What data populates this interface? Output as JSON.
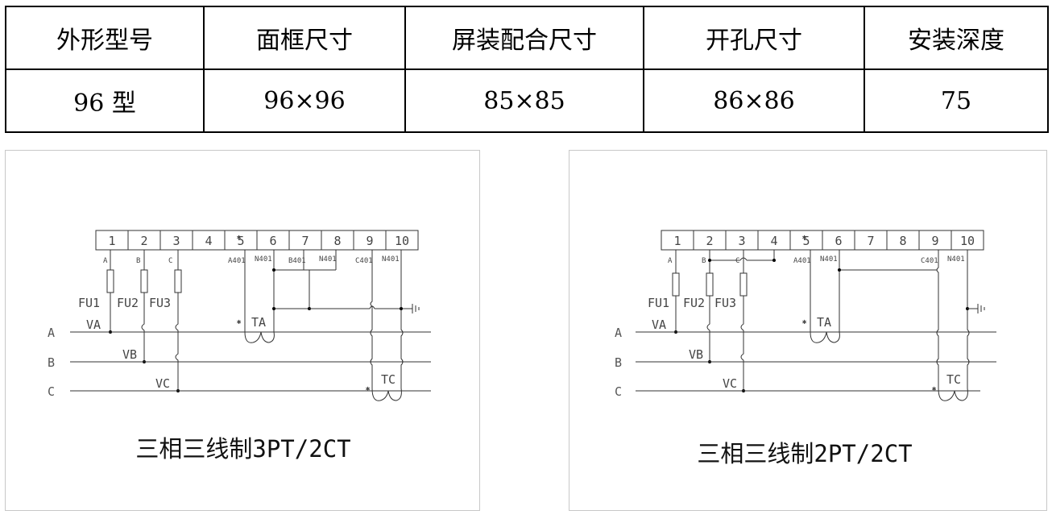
{
  "spec_table": {
    "headers": [
      "外形型号",
      "面框尺寸",
      "屏装配合尺寸",
      "开孔尺寸",
      "安装深度"
    ],
    "row": [
      "96 型",
      "96×96",
      "85×85",
      "86×86",
      "75"
    ]
  },
  "diagram_left": {
    "terminals": [
      "1",
      "2",
      "3",
      "4",
      "5",
      "6",
      "7",
      "8",
      "9",
      "10"
    ],
    "terminal_labels": [
      "A",
      "B",
      "C",
      "A401",
      "N401",
      "B401",
      "N401",
      "C401",
      "N401"
    ],
    "fuses": [
      "FU1",
      "FU2",
      "FU3"
    ],
    "voltage_labels": [
      "VA",
      "VB",
      "VC"
    ],
    "ct_labels": [
      "TA",
      "TC"
    ],
    "phases": [
      "A",
      "B",
      "C"
    ],
    "title": "三相三线制3PT/2CT"
  },
  "diagram_right": {
    "terminals": [
      "1",
      "2",
      "3",
      "4",
      "5",
      "6",
      "7",
      "8",
      "9",
      "10"
    ],
    "terminal_labels": [
      "A",
      "B",
      "C",
      "A401",
      "N401",
      "C401",
      "N401"
    ],
    "fuses": [
      "FU1",
      "FU2",
      "FU3"
    ],
    "voltage_labels": [
      "VA",
      "VB",
      "VC"
    ],
    "ct_labels": [
      "TA",
      "TC"
    ],
    "phases": [
      "A",
      "B",
      "C"
    ],
    "title": "三相三线制2PT/2CT"
  }
}
